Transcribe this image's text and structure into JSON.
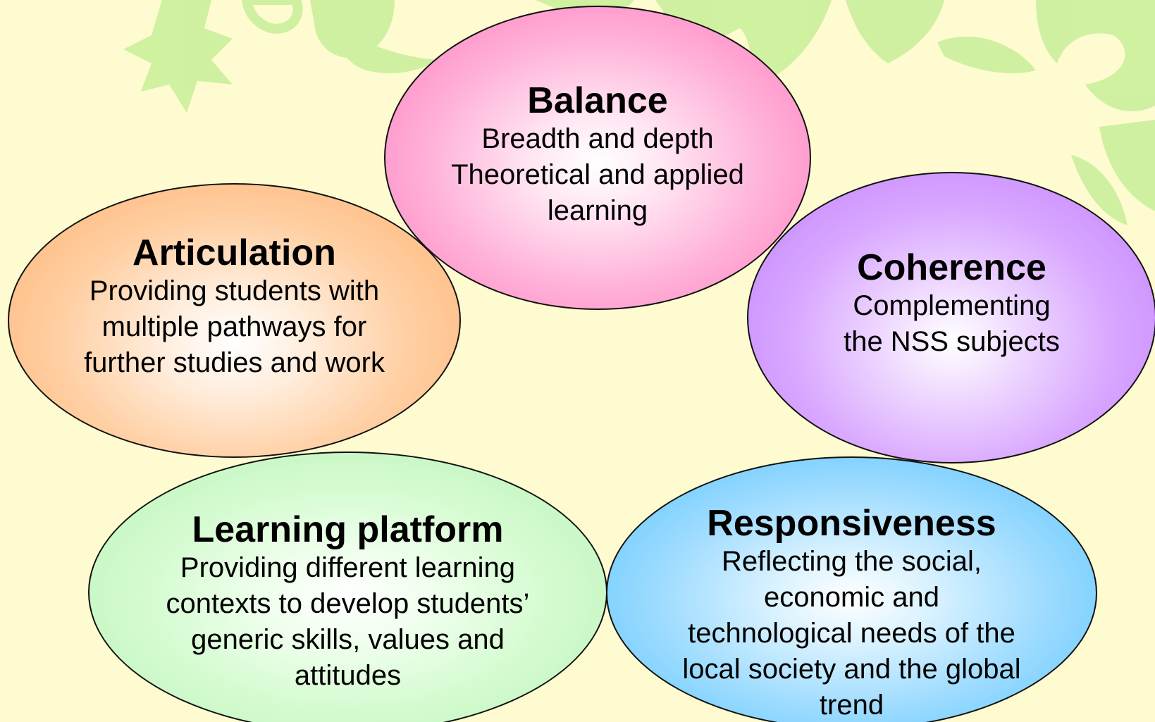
{
  "colors": {
    "background": "#fdfbcf",
    "decoration": "#c8ef98",
    "outline": "#111111",
    "balance": "#ff8cc6",
    "articulation": "#ffbb80",
    "coherence": "#c88cff",
    "learning_platform": "#c2f5bf",
    "responsiveness": "#6ccbff"
  },
  "ovals": {
    "balance": {
      "title": "Balance",
      "lines": [
        "Breadth and depth",
        "Theoretical and applied",
        "learning"
      ]
    },
    "articulation": {
      "title": "Articulation",
      "lines": [
        "Providing students with",
        "multiple pathways for",
        "further studies and work"
      ]
    },
    "coherence": {
      "title": "Coherence",
      "lines": [
        "Complementing",
        "the NSS subjects"
      ]
    },
    "learning_platform": {
      "title": "Learning platform",
      "lines": [
        "Providing different learning",
        "contexts to develop students’",
        "generic skills, values and",
        "attitudes"
      ]
    },
    "responsiveness": {
      "title": "Responsiveness",
      "lines": [
        "Reflecting the social,",
        "economic and",
        "technological needs of the",
        "local society and the global",
        "trend"
      ]
    }
  }
}
